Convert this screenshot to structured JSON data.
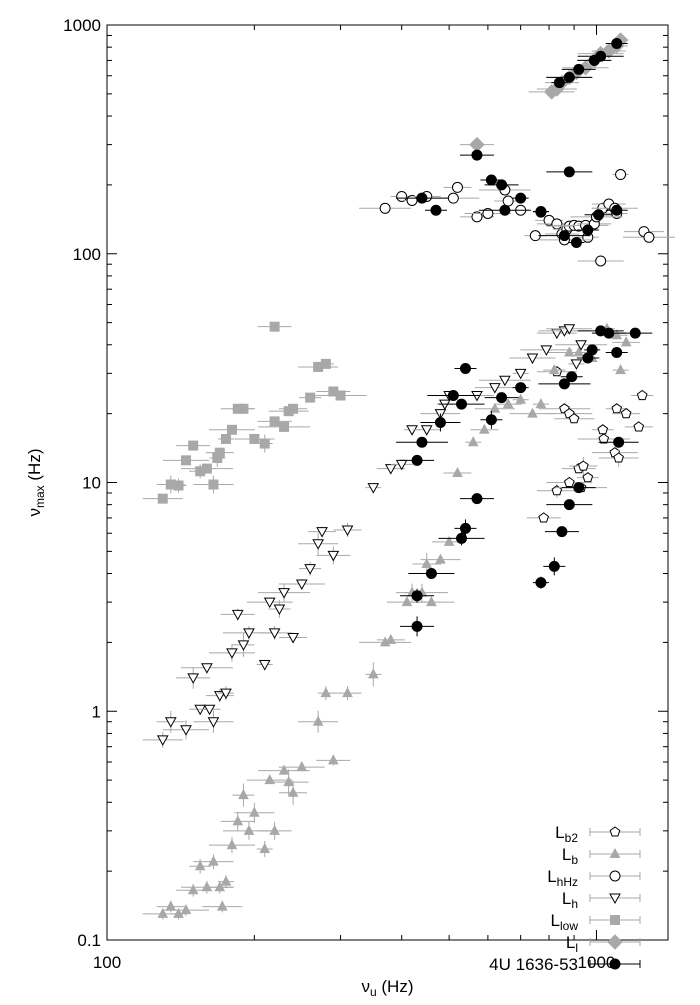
{
  "chart_data": {
    "type": "scatter",
    "title": "",
    "xlabel": "ν",
    "xlabel_sub": "u",
    "xlabel_unit": " (Hz)",
    "ylabel": "ν",
    "ylabel_sub": "max",
    "ylabel_unit": " (Hz)",
    "x_scale": "log",
    "y_scale": "log",
    "xlim": [
      100,
      1400
    ],
    "ylim": [
      0.1,
      1000
    ],
    "x_ticks": [
      {
        "value": 100,
        "label": "100"
      },
      {
        "value": 1000,
        "label": "1000"
      }
    ],
    "y_ticks": [
      {
        "value": 0.1,
        "label": "0.1"
      },
      {
        "value": 1,
        "label": "1"
      },
      {
        "value": 10,
        "label": "10"
      },
      {
        "value": 100,
        "label": "100"
      },
      {
        "value": 1000,
        "label": "1000"
      }
    ],
    "grid": false,
    "legend_position": "bottom-right",
    "colors": {
      "grey": "#a8a8a8",
      "black": "#000000"
    },
    "series": [
      {
        "name": "L",
        "name_sub": "b2",
        "marker": "pentagon",
        "fill": "open",
        "color": "#000000",
        "errcolor": "#a8a8a8",
        "points": [
          [
            780,
            7.0
          ],
          [
            830,
            9.2
          ],
          [
            860,
            21
          ],
          [
            880,
            20
          ],
          [
            900,
            19
          ],
          [
            920,
            11.5
          ],
          [
            930,
            9.5
          ],
          [
            940,
            11.8
          ],
          [
            960,
            10.5
          ],
          [
            1030,
            17
          ],
          [
            1035,
            15.5
          ],
          [
            1090,
            13.5
          ],
          [
            1100,
            21
          ],
          [
            1110,
            12.8
          ],
          [
            1150,
            20
          ],
          [
            1220,
            17.5
          ],
          [
            1240,
            24
          ],
          [
            880,
            10
          ],
          [
            830,
            30.5
          ]
        ]
      },
      {
        "name": "L",
        "name_sub": "b",
        "marker": "triangle",
        "fill": "filled",
        "color": "#a8a8a8",
        "errcolor": "#a8a8a8",
        "points": [
          [
            130,
            0.13
          ],
          [
            135,
            0.14
          ],
          [
            140,
            0.13
          ],
          [
            145,
            0.135
          ],
          [
            150,
            0.165
          ],
          [
            155,
            0.21
          ],
          [
            160,
            0.17
          ],
          [
            165,
            0.22
          ],
          [
            170,
            0.17
          ],
          [
            172,
            0.14
          ],
          [
            175,
            0.18
          ],
          [
            180,
            0.26
          ],
          [
            185,
            0.33
          ],
          [
            190,
            0.43
          ],
          [
            195,
            0.3
          ],
          [
            200,
            0.36
          ],
          [
            210,
            0.25
          ],
          [
            215,
            0.5
          ],
          [
            220,
            0.3
          ],
          [
            230,
            0.55
          ],
          [
            235,
            0.49
          ],
          [
            240,
            0.44
          ],
          [
            250,
            0.57
          ],
          [
            270,
            0.9
          ],
          [
            280,
            1.2
          ],
          [
            290,
            0.61
          ],
          [
            310,
            1.2
          ],
          [
            350,
            1.45
          ],
          [
            370,
            2.0
          ],
          [
            380,
            2.05
          ],
          [
            410,
            3.0
          ],
          [
            420,
            3.3
          ],
          [
            440,
            3.3
          ],
          [
            450,
            4.4
          ],
          [
            460,
            3.0
          ],
          [
            480,
            4.6
          ],
          [
            500,
            5.5
          ],
          [
            520,
            11
          ],
          [
            560,
            15
          ],
          [
            590,
            17
          ],
          [
            620,
            21
          ],
          [
            660,
            22
          ],
          [
            700,
            23
          ],
          [
            740,
            20
          ],
          [
            770,
            22
          ],
          [
            820,
            31
          ],
          [
            880,
            37
          ],
          [
            920,
            37
          ],
          [
            980,
            35
          ],
          [
            1050,
            47
          ],
          [
            1100,
            44
          ],
          [
            1120,
            31
          ],
          [
            1150,
            41
          ]
        ]
      },
      {
        "name": "L",
        "name_sub": "hHz",
        "marker": "circle",
        "fill": "open",
        "color": "#000000",
        "errcolor": "#a8a8a8",
        "points": [
          [
            370,
            158
          ],
          [
            400,
            178
          ],
          [
            420,
            171
          ],
          [
            450,
            178
          ],
          [
            510,
            175
          ],
          [
            520,
            195
          ],
          [
            570,
            145
          ],
          [
            600,
            150
          ],
          [
            650,
            190
          ],
          [
            660,
            170
          ],
          [
            700,
            155
          ],
          [
            750,
            120
          ],
          [
            770,
            152
          ],
          [
            800,
            140
          ],
          [
            830,
            135
          ],
          [
            850,
            122
          ],
          [
            870,
            128
          ],
          [
            880,
            132
          ],
          [
            900,
            133
          ],
          [
            920,
            132
          ],
          [
            950,
            133
          ],
          [
            960,
            118
          ],
          [
            990,
            135
          ],
          [
            1020,
            93
          ],
          [
            1030,
            158
          ],
          [
            1060,
            165
          ],
          [
            1090,
            158
          ],
          [
            1100,
            150
          ],
          [
            1120,
            222
          ],
          [
            1250,
            125
          ],
          [
            1280,
            118
          ],
          [
            1000,
            145
          ],
          [
            860,
            115
          ]
        ]
      },
      {
        "name": "L",
        "name_sub": "h",
        "marker": "triangle-down",
        "fill": "open",
        "color": "#000000",
        "errcolor": "#a8a8a8",
        "points": [
          [
            130,
            0.75
          ],
          [
            135,
            0.9
          ],
          [
            145,
            0.83
          ],
          [
            150,
            1.4
          ],
          [
            155,
            1.02
          ],
          [
            160,
            1.55
          ],
          [
            162,
            1.02
          ],
          [
            165,
            0.9
          ],
          [
            170,
            1.17
          ],
          [
            175,
            1.2
          ],
          [
            180,
            1.8
          ],
          [
            185,
            2.65
          ],
          [
            190,
            1.95
          ],
          [
            195,
            2.2
          ],
          [
            210,
            1.6
          ],
          [
            215,
            3.0
          ],
          [
            220,
            2.2
          ],
          [
            225,
            2.8
          ],
          [
            230,
            3.3
          ],
          [
            240,
            2.1
          ],
          [
            250,
            3.6
          ],
          [
            260,
            4.2
          ],
          [
            270,
            5.4
          ],
          [
            275,
            6.1
          ],
          [
            290,
            4.8
          ],
          [
            310,
            6.2
          ],
          [
            350,
            9.5
          ],
          [
            380,
            11.5
          ],
          [
            400,
            12.0
          ],
          [
            420,
            17
          ],
          [
            450,
            17
          ],
          [
            480,
            20
          ],
          [
            490,
            22
          ],
          [
            500,
            24
          ],
          [
            570,
            24
          ],
          [
            620,
            26
          ],
          [
            650,
            28
          ],
          [
            700,
            30
          ],
          [
            740,
            35
          ],
          [
            790,
            38
          ],
          [
            830,
            45
          ],
          [
            860,
            46
          ],
          [
            880,
            47
          ],
          [
            910,
            33
          ],
          [
            930,
            40
          ]
        ]
      },
      {
        "name": "L",
        "name_sub": "low",
        "marker": "square",
        "fill": "filled",
        "color": "#a8a8a8",
        "errcolor": "#a8a8a8",
        "points": [
          [
            130,
            8.5
          ],
          [
            135,
            9.8
          ],
          [
            140,
            9.7
          ],
          [
            145,
            12.5
          ],
          [
            150,
            14.5
          ],
          [
            155,
            11.2
          ],
          [
            160,
            11.5
          ],
          [
            165,
            9.8
          ],
          [
            168,
            12.8
          ],
          [
            170,
            13.5
          ],
          [
            175,
            15.5
          ],
          [
            180,
            17
          ],
          [
            185,
            21
          ],
          [
            190,
            21
          ],
          [
            200,
            15.5
          ],
          [
            210,
            14.8
          ],
          [
            220,
            18.5
          ],
          [
            230,
            17.5
          ],
          [
            235,
            20.5
          ],
          [
            240,
            21
          ],
          [
            260,
            23.5
          ],
          [
            270,
            32
          ],
          [
            280,
            33
          ],
          [
            290,
            25
          ],
          [
            300,
            24
          ],
          [
            220,
            48
          ]
        ]
      },
      {
        "name": "L",
        "name_sub": "l",
        "marker": "diamond",
        "fill": "filled",
        "color": "#a8a8a8",
        "errcolor": "#a8a8a8",
        "points": [
          [
            810,
            510
          ],
          [
            830,
            525
          ],
          [
            850,
            560
          ],
          [
            880,
            590
          ],
          [
            910,
            620
          ],
          [
            950,
            650
          ],
          [
            990,
            700
          ],
          [
            1020,
            750
          ],
          [
            1060,
            770
          ],
          [
            1100,
            810
          ],
          [
            1120,
            860
          ],
          [
            570,
            300
          ]
        ]
      },
      {
        "name": "4U 1636-53",
        "marker": "circle",
        "fill": "filled",
        "color": "#000000",
        "errcolor": "#000000",
        "points": [
          [
            430,
            2.35
          ],
          [
            430,
            3.2
          ],
          [
            460,
            4.0
          ],
          [
            530,
            5.7
          ],
          [
            540,
            6.3
          ],
          [
            570,
            8.5
          ],
          [
            610,
            18.8
          ],
          [
            640,
            23.5
          ],
          [
            700,
            26
          ],
          [
            770,
            3.65
          ],
          [
            820,
            4.3
          ],
          [
            850,
            6.1
          ],
          [
            880,
            8.0
          ],
          [
            920,
            9.5
          ],
          [
            960,
            35
          ],
          [
            980,
            38
          ],
          [
            1020,
            46
          ],
          [
            1060,
            45
          ],
          [
            1100,
            37
          ],
          [
            860,
            27
          ],
          [
            890,
            29
          ],
          [
            480,
            18.3
          ],
          [
            510,
            24
          ],
          [
            530,
            22
          ],
          [
            540,
            31.5
          ],
          [
            430,
            12.5
          ],
          [
            440,
            15
          ],
          [
            570,
            270
          ],
          [
            610,
            210
          ],
          [
            640,
            200
          ],
          [
            650,
            155
          ],
          [
            700,
            175
          ],
          [
            770,
            153
          ],
          [
            860,
            120
          ],
          [
            880,
            228
          ],
          [
            910,
            112
          ],
          [
            960,
            127
          ],
          [
            1010,
            148
          ],
          [
            1100,
            155
          ],
          [
            840,
            560
          ],
          [
            880,
            590
          ],
          [
            920,
            640
          ],
          [
            990,
            700
          ],
          [
            1020,
            730
          ],
          [
            1100,
            830
          ],
          [
            440,
            175
          ],
          [
            470,
            155
          ],
          [
            1200,
            45
          ],
          [
            1110,
            15
          ]
        ]
      }
    ]
  }
}
